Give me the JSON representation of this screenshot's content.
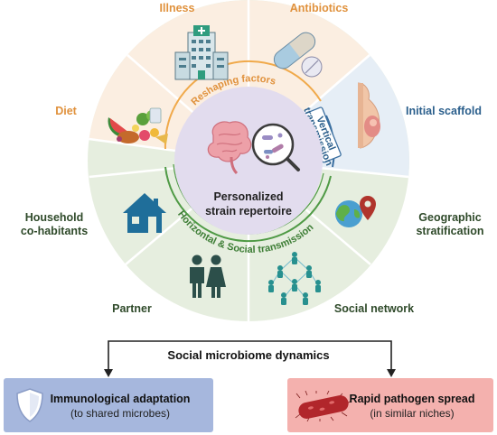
{
  "segments": {
    "illness": "Illness",
    "antibiotics": "Antibiotics",
    "initial_scaffold": "Initial scaffold",
    "geographic_1": "Geographic",
    "geographic_2": "stratification",
    "social_network": "Social network",
    "partner": "Partner",
    "household_1": "Household",
    "household_2": "co-habitants",
    "diet": "Diet"
  },
  "rings": {
    "reshaping": "Reshaping factors",
    "vertical_1": "Vertical",
    "vertical_2": "transmission",
    "horizontal": "Horizontal & Social transmission"
  },
  "center": {
    "line1": "Personalized",
    "line2": "strain repertoire"
  },
  "dynamics": {
    "title": "Social microbiome dynamics",
    "left_title": "Immunological adaptation",
    "left_sub": "(to shared microbes)",
    "right_title": "Rapid pathogen spread",
    "right_sub": "(in similar niches)"
  },
  "colors": {
    "reshaping_sector": "#fbeee1",
    "vertical_sector": "#e6eef6",
    "horizontal_sector": "#e6eedf",
    "center": "#e2dcee",
    "reshaping_ring": "#f0a94a",
    "vertical_ring": "#3b6fa0",
    "horizontal_ring": "#4f9a45",
    "left_box": "#a6b7dd",
    "right_box": "#f4b1ae"
  },
  "icons": [
    "hospital-icon",
    "pills-icon",
    "food-icon",
    "pregnant-icon",
    "house-icon",
    "globe-pin-icon",
    "couple-icon",
    "network-icon",
    "intestine-icon",
    "microbe-icon",
    "shield-icon",
    "bacterium-icon"
  ]
}
